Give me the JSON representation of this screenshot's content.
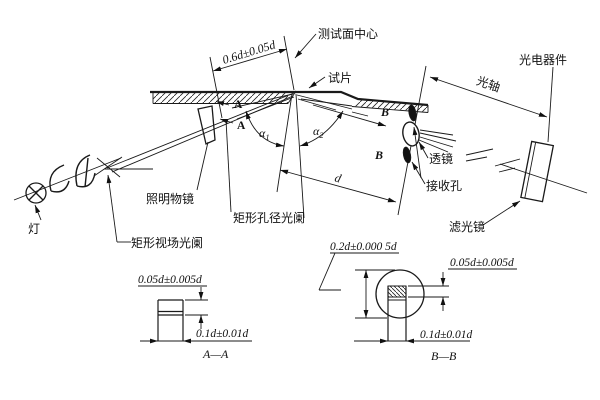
{
  "figure_labels": {
    "lamp": "灯",
    "illumination_objective": "照明物镜",
    "rect_aperture_stop": "矩形孔径光阑",
    "rect_field_stop": "矩形视场光阑",
    "test_surface_center": "测试面中心",
    "specimen": "试片",
    "photodetector": "光电器件",
    "optical_axis": "光轴",
    "lens": "透镜",
    "receiving_aperture": "接收孔",
    "filter": "滤光镜"
  },
  "dims": {
    "d06": "0.6d±0.05d",
    "d": "d",
    "alpha": "α",
    "sub1": "1",
    "sub2": "2"
  },
  "sections": {
    "aa": {
      "marker": "A",
      "height": "0.05d±0.005d",
      "width": "0.1d±0.01d",
      "title": "A—A"
    },
    "bb": {
      "marker": "B",
      "diameter": "0.2d±0.000 5d",
      "height": "0.05d±0.005d",
      "width": "0.1d±0.01d",
      "title": "B—B"
    }
  }
}
